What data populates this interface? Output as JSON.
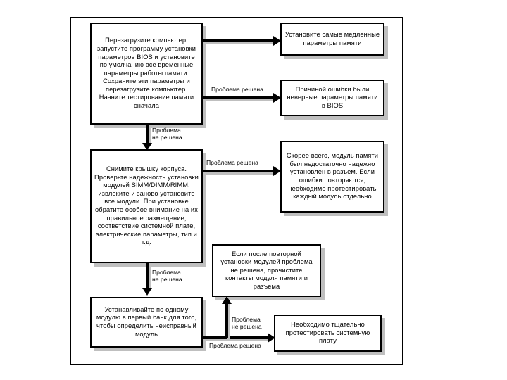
{
  "diagram": {
    "title": "Memory troubleshooting flowchart",
    "colors": {
      "line": "#000000",
      "shadow": "#bfbfbf",
      "background": "#ffffff"
    },
    "nodes": [
      {
        "id": "reboot-bios",
        "text": "Перезагрузите компьютер, запустите программу установки параметров BIOS и установите по умолчанию все временные параметры работы памяти. Сохраните эти параметры и перезагрузите компьютер. Начните тестирование памяти сначала"
      },
      {
        "id": "slowest-params",
        "text": "Установите самые медленные параметры памяти"
      },
      {
        "id": "wrong-bios-params",
        "text": "Причиной ошибки были неверные параметры памяти в BIOS"
      },
      {
        "id": "remove-cover",
        "text": "Снимите крышку корпуса. Проверьте надежность установки модулей SIMM/DIMM/RIMM: извлеките и заново установите все модули. При установке обратите особое внимание на их правильное размещение, соответствие системной плате, электрические параметры, тип и т.д."
      },
      {
        "id": "module-loose",
        "text": "Скорее всего, модуль памяти был недостаточно надежно установлен в разъем. Если ошибки повторяются, необходимо протестировать каждый модуль отдельно"
      },
      {
        "id": "clean-contacts",
        "text": "Если после повторной установки модулей проблема не решена, прочистите контакты модуля памяти и разъема"
      },
      {
        "id": "one-module-bank",
        "text": "Устанавливайте по одному модулю в первый банк для того, чтобы определить неисправный модуль"
      },
      {
        "id": "test-motherboard",
        "text": "Необходимо тщательно протестировать системную плату"
      }
    ],
    "labels": [
      {
        "id": "solved-1",
        "text": "Проблема решена"
      },
      {
        "id": "not-solved-1",
        "text": "Проблема\nне решена"
      },
      {
        "id": "solved-2",
        "text": "Проблема решена"
      },
      {
        "id": "not-solved-2",
        "text": "Проблема\nне решена"
      },
      {
        "id": "not-solved-3",
        "text": "Проблема\nне решена"
      },
      {
        "id": "solved-3",
        "text": "Проблема решена"
      }
    ]
  }
}
